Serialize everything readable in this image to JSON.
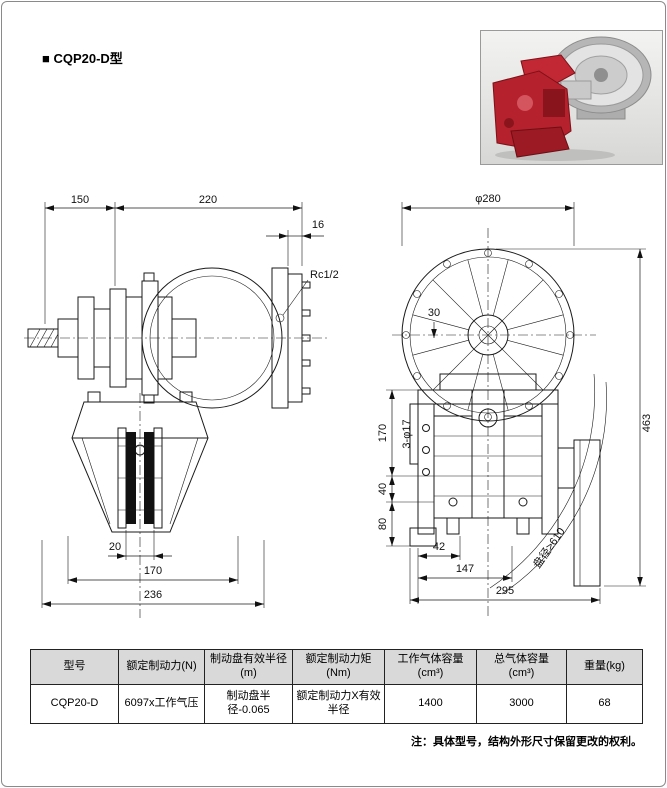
{
  "page": {
    "title": "■ CQP20-D型",
    "note": "注：具体型号，结构外形尺寸保留更改的权利。"
  },
  "drawings": {
    "left": {
      "d150": "150",
      "d220": "220",
      "d16": "16",
      "rc": "Rc1/2",
      "d20": "20",
      "d170": "170",
      "d236": "236"
    },
    "right": {
      "phi280": "φ280",
      "d30": "30",
      "d170": "170",
      "d3phi17": "3-φ17",
      "d40": "40",
      "d80": "80",
      "d42": "42",
      "d147": "147",
      "d295": "295",
      "d463": "463",
      "disc": "盘径≥610"
    }
  },
  "table": {
    "headers": [
      "型号",
      "额定制动力(N)",
      "制动盘有效半径\n(m)",
      "额定制动力矩\n(Nm)",
      "工作气体容量\n(cm³)",
      "总气体容量\n(cm³)",
      "重量(kg)"
    ],
    "rows": [
      [
        "CQP20-D",
        "6097x工作气压",
        "制动盘半径-0.065",
        "额定制动力X有效\n半径",
        "1400",
        "3000",
        "68"
      ]
    ]
  }
}
